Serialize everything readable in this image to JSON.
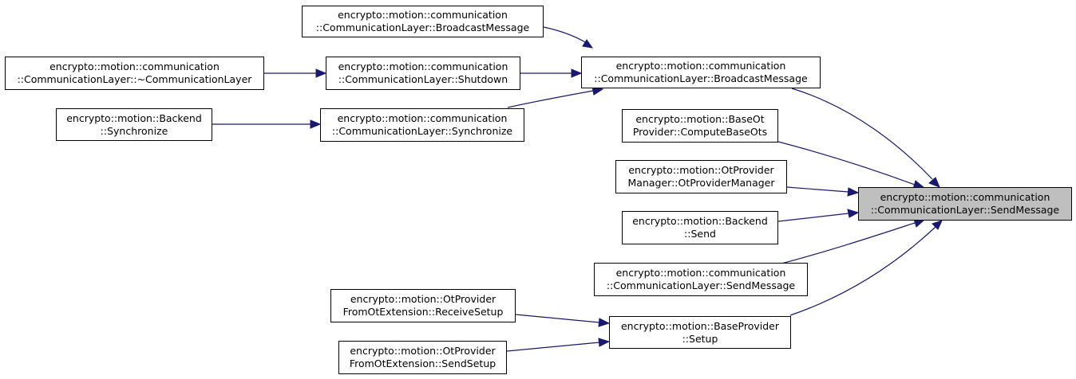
{
  "colors": {
    "edge": "#191970",
    "focus_fill": "#bfbfbf",
    "node_fill": "#ffffff"
  },
  "nodes": {
    "send_message_focus": {
      "line1": "encrypto::motion::communication",
      "line2": "::CommunicationLayer::SendMessage"
    },
    "broadcast_message_2": {
      "line1": "encrypto::motion::communication",
      "line2": "::CommunicationLayer::BroadcastMessage"
    },
    "broadcast_message_1": {
      "line1": "encrypto::motion::communication",
      "line2": "::CommunicationLayer::BroadcastMessage"
    },
    "shutdown": {
      "line1": "encrypto::motion::communication",
      "line2": "::CommunicationLayer::Shutdown"
    },
    "destructor": {
      "line1": "encrypto::motion::communication",
      "line2": "::CommunicationLayer::~CommunicationLayer"
    },
    "synchronize": {
      "line1": "encrypto::motion::communication",
      "line2": "::CommunicationLayer::Synchronize"
    },
    "backend_synchronize": {
      "line1": "encrypto::motion::Backend",
      "line2": "::Synchronize"
    },
    "compute_base_ots": {
      "line1": "encrypto::motion::BaseOt",
      "line2": "Provider::ComputeBaseOts"
    },
    "ot_provider_manager": {
      "line1": "encrypto::motion::OtProvider",
      "line2": "Manager::OtProviderManager"
    },
    "backend_send": {
      "line1": "encrypto::motion::Backend",
      "line2": "::Send"
    },
    "send_message_other": {
      "line1": "encrypto::motion::communication",
      "line2": "::CommunicationLayer::SendMessage"
    },
    "base_provider_setup": {
      "line1": "encrypto::motion::BaseProvider",
      "line2": "::Setup"
    },
    "receive_setup": {
      "line1": "encrypto::motion::OtProvider",
      "line2": "FromOtExtension::ReceiveSetup"
    },
    "send_setup": {
      "line1": "encrypto::motion::OtProvider",
      "line2": "FromOtExtension::SendSetup"
    }
  }
}
